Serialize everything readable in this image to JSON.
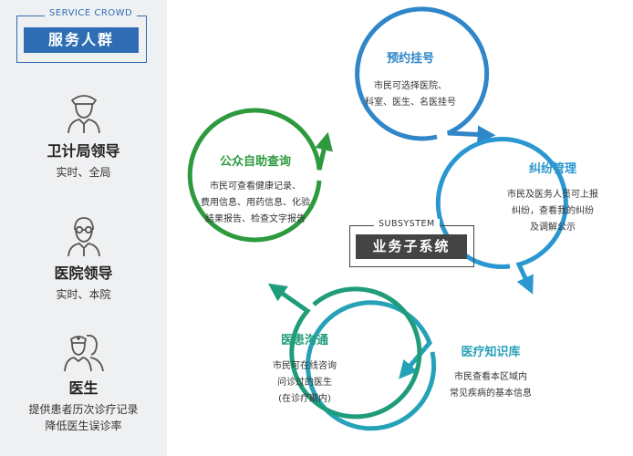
{
  "sidebar": {
    "tag": "SERVICE CROWD",
    "title": "服务人群",
    "roles": [
      {
        "icon": "official-icon",
        "title": "卫计局领导",
        "desc": [
          "实时、全局"
        ]
      },
      {
        "icon": "doctor-glasses-icon",
        "title": "医院领导",
        "desc": [
          "实时、本院"
        ]
      },
      {
        "icon": "doctor-nurse-icon",
        "title": "医生",
        "desc": [
          "提供患者历次诊疗记录",
          "降低医生误诊率"
        ]
      }
    ]
  },
  "center": {
    "tag": "SUBSYSTEM",
    "title": "业务子系统"
  },
  "nodes": {
    "booking": {
      "title": "预约挂号",
      "lines": [
        "市民可选择医院、",
        "科室、医生、名医挂号"
      ],
      "color": "#2f86c8"
    },
    "dispute": {
      "title": "纠纷管理",
      "lines": [
        "市民及医务人员可上报",
        "纠纷，查看我的纠纷",
        "及调解公示"
      ],
      "color": "#2a97d0"
    },
    "knowledge": {
      "title": "医疗知识库",
      "lines": [
        "市民查看本区域内",
        "常见疾病的基本信息"
      ],
      "color": "#26a2b8"
    },
    "communication": {
      "title": "医患沟通",
      "lines": [
        "市民可在线咨询",
        "问诊过的医生",
        "(在诊疗期内)"
      ],
      "color": "#1f9d7a"
    },
    "selfquery": {
      "title": "公众自助查询",
      "lines": [
        "市民可查看健康记录、",
        "费用信息、用药信息、化验",
        "结果报告、检查文字报告"
      ],
      "color": "#2e9a3e"
    }
  }
}
